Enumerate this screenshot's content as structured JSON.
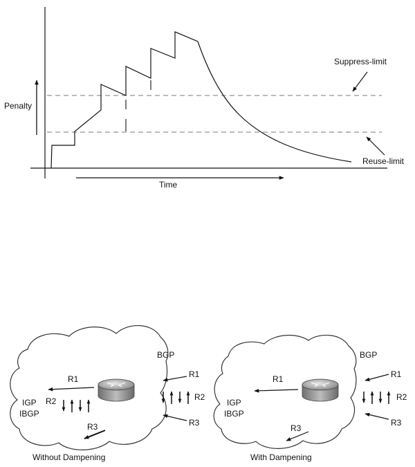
{
  "top_diagram": {
    "y_axis_label": "Penalty",
    "x_axis_label": "Time",
    "suppress_label": "Suppress-limit",
    "reuse_label": "Reuse-limit"
  },
  "bottom_diagram": {
    "left": {
      "bgp_label": "BGP",
      "igp_label": "IGP",
      "ibgp_label": "IBGP",
      "r1_inner": "R1",
      "r2_inner": "R2",
      "r3_inner": "R3",
      "r1_outer": "R1",
      "r2_outer": "R2",
      "r3_outer": "R3",
      "caption": "Without Dampening"
    },
    "right": {
      "bgp_label": "BGP",
      "igp_label": "IGP",
      "ibgp_label": "IBGP",
      "r1_inner": "R1",
      "r3_inner": "R3",
      "r1_outer": "R1",
      "r2_outer": "R2",
      "r3_outer": "R3",
      "caption": "With Dampening"
    }
  }
}
